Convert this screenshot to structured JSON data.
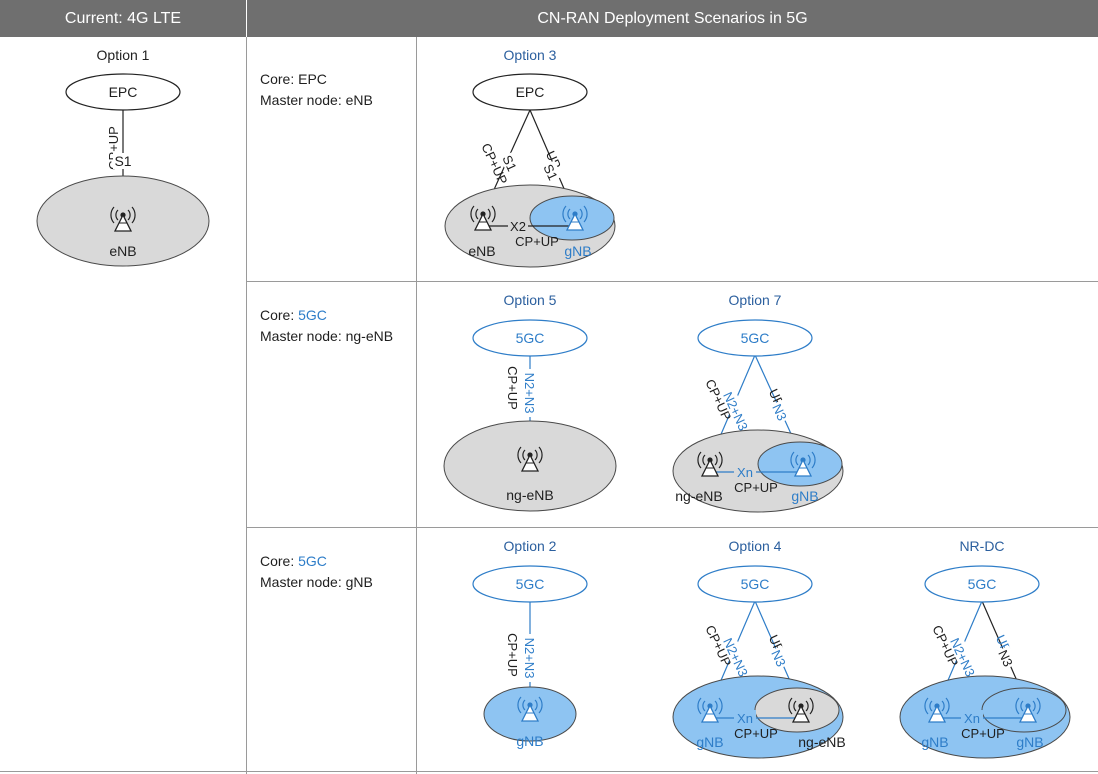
{
  "header": {
    "left": "Current: 4G LTE",
    "right": "CN-RAN Deployment Scenarios in 5G"
  },
  "colors": {
    "blue": "#2e7dc8",
    "option_title": "#2b5f9e",
    "grey_fill": "#d9d9d9",
    "blue_fill": "#8ec4f2",
    "header_bg": "#6f6f6f"
  },
  "rows": [
    {
      "core_prefix": "Core: ",
      "core": "EPC",
      "master_prefix": "Master node: ",
      "master": "eNB"
    },
    {
      "core_prefix": "Core: ",
      "core": "5GC",
      "master_prefix": "Master node: ",
      "master": "ng-eNB"
    },
    {
      "core_prefix": "Core: ",
      "core": "5GC",
      "master_prefix": "Master node: ",
      "master": "gNB"
    }
  ],
  "options": [
    {
      "title": "Option 1",
      "core": "EPC",
      "iface_type": "CP+UP",
      "iface": "S1",
      "node": "eNB"
    },
    {
      "title": "Option 3",
      "core": "EPC",
      "master_type": "CP+UP",
      "master_iface": "S1",
      "sec_type": "UP",
      "sec_iface": "S1",
      "master": "eNB",
      "secondary": "gNB",
      "x_iface": "X2",
      "x_type": "CP+UP"
    },
    {
      "title": "Option 5",
      "core": "5GC",
      "iface_type": "CP+UP",
      "iface": "N2+N3",
      "node": "ng-eNB"
    },
    {
      "title": "Option 7",
      "core": "5GC",
      "master_type": "CP+UP",
      "master_iface": "N2+N3",
      "sec_type": "UP",
      "sec_iface": "N3",
      "master": "ng-eNB",
      "secondary": "gNB",
      "x_iface": "Xn",
      "x_type": "CP+UP"
    },
    {
      "title": "Option 2",
      "core": "5GC",
      "iface_type": "CP+UP",
      "iface": "N2+N3",
      "node": "gNB"
    },
    {
      "title": "Option 4",
      "core": "5GC",
      "master_type": "CP+UP",
      "master_iface": "N2+N3",
      "sec_type": "UP",
      "sec_iface": "N3",
      "master": "gNB",
      "secondary": "ng-eNB",
      "x_iface": "Xn",
      "x_type": "CP+UP"
    },
    {
      "title": "NR-DC",
      "core": "5GC",
      "master_type": "CP+UP",
      "master_iface": "N2+N3",
      "sec_type": "UP",
      "sec_iface": "N3",
      "master": "gNB",
      "secondary": "gNB",
      "x_iface": "Xn",
      "x_type": "CP+UP"
    }
  ]
}
